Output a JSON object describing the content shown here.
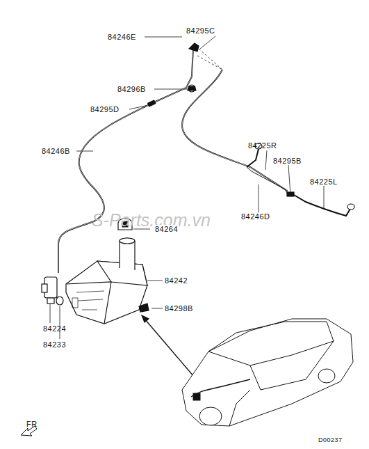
{
  "diagram": {
    "labels": [
      "84295C",
      "84246E",
      "84296B",
      "84295D",
      "84246B",
      "84225R",
      "84295B",
      "84225L",
      "84246D",
      "S-Parts.com.vn",
      "84264",
      "84242",
      "84298B",
      "84224",
      "84233",
      "FR",
      "D00237"
    ]
  }
}
